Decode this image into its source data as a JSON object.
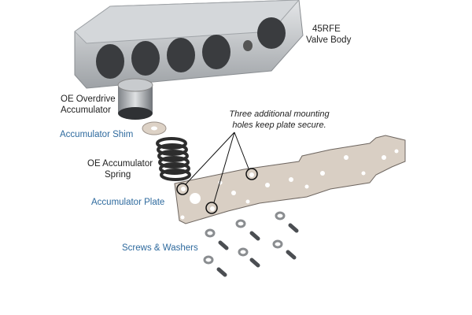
{
  "labels": {
    "valve_body_model": "45RFE",
    "valve_body": "Valve Body",
    "oe_overdrive_line1": "OE Overdrive",
    "oe_overdrive_line2": "Accumulator",
    "accumulator_shim": "Accumulator Shim",
    "oe_spring_line1": "OE Accumulator",
    "oe_spring_line2": "Spring",
    "accumulator_plate": "Accumulator Plate",
    "screws_washers": "Screws & Washers"
  },
  "annotation": {
    "line1": "Three additional mounting",
    "line2": "holes keep plate secure."
  },
  "colors": {
    "label_blue": "#2e6a9e",
    "plate": "#d9cfc4",
    "metal": "#b9bcc0"
  }
}
